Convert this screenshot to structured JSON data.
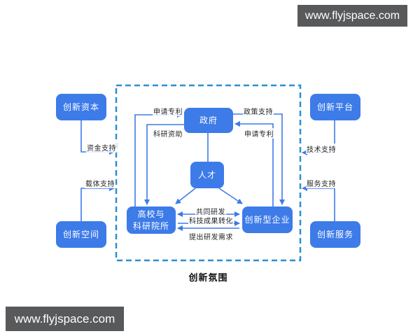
{
  "banners": {
    "top_right": "www.flyjspace.com",
    "bottom_left": "www.flyjspace.com"
  },
  "colors": {
    "node_fill": "#3d7be8",
    "node_text": "#ffffff",
    "dashed_border": "#2b8fd0",
    "arrow": "#3d7be8",
    "edge_label_text": "#262626",
    "banner_bg": "#58595b",
    "banner_text": "#ffffff",
    "background": "#ffffff"
  },
  "diagram": {
    "zone_label": "创新氛围",
    "nodes": {
      "government": {
        "label": "政府"
      },
      "talent": {
        "label": "人才"
      },
      "universities": {
        "line1": "高校与",
        "line2": "科研院所"
      },
      "enterprises": {
        "label": "创新型企业"
      },
      "capital": {
        "label": "创新资本"
      },
      "space": {
        "label": "创新空间"
      },
      "platform": {
        "label": "创新平台"
      },
      "service": {
        "label": "创新服务"
      }
    },
    "edges": {
      "apply_patent_left": {
        "label": "申请专利"
      },
      "research_funding": {
        "label": "科研资助"
      },
      "policy_support": {
        "label": "政策支持"
      },
      "apply_patent_right": {
        "label": "申请专利"
      },
      "funding_support": {
        "label": "资金支持"
      },
      "carrier_support": {
        "label": "载体支持"
      },
      "tech_support": {
        "label": "技术支持"
      },
      "service_support": {
        "label": "服务支持"
      },
      "joint_rd": {
        "label": "共同研发"
      },
      "achievement_transfer": {
        "label": "科技成果转化"
      },
      "rd_demand": {
        "label": "提出研发需求"
      }
    }
  }
}
